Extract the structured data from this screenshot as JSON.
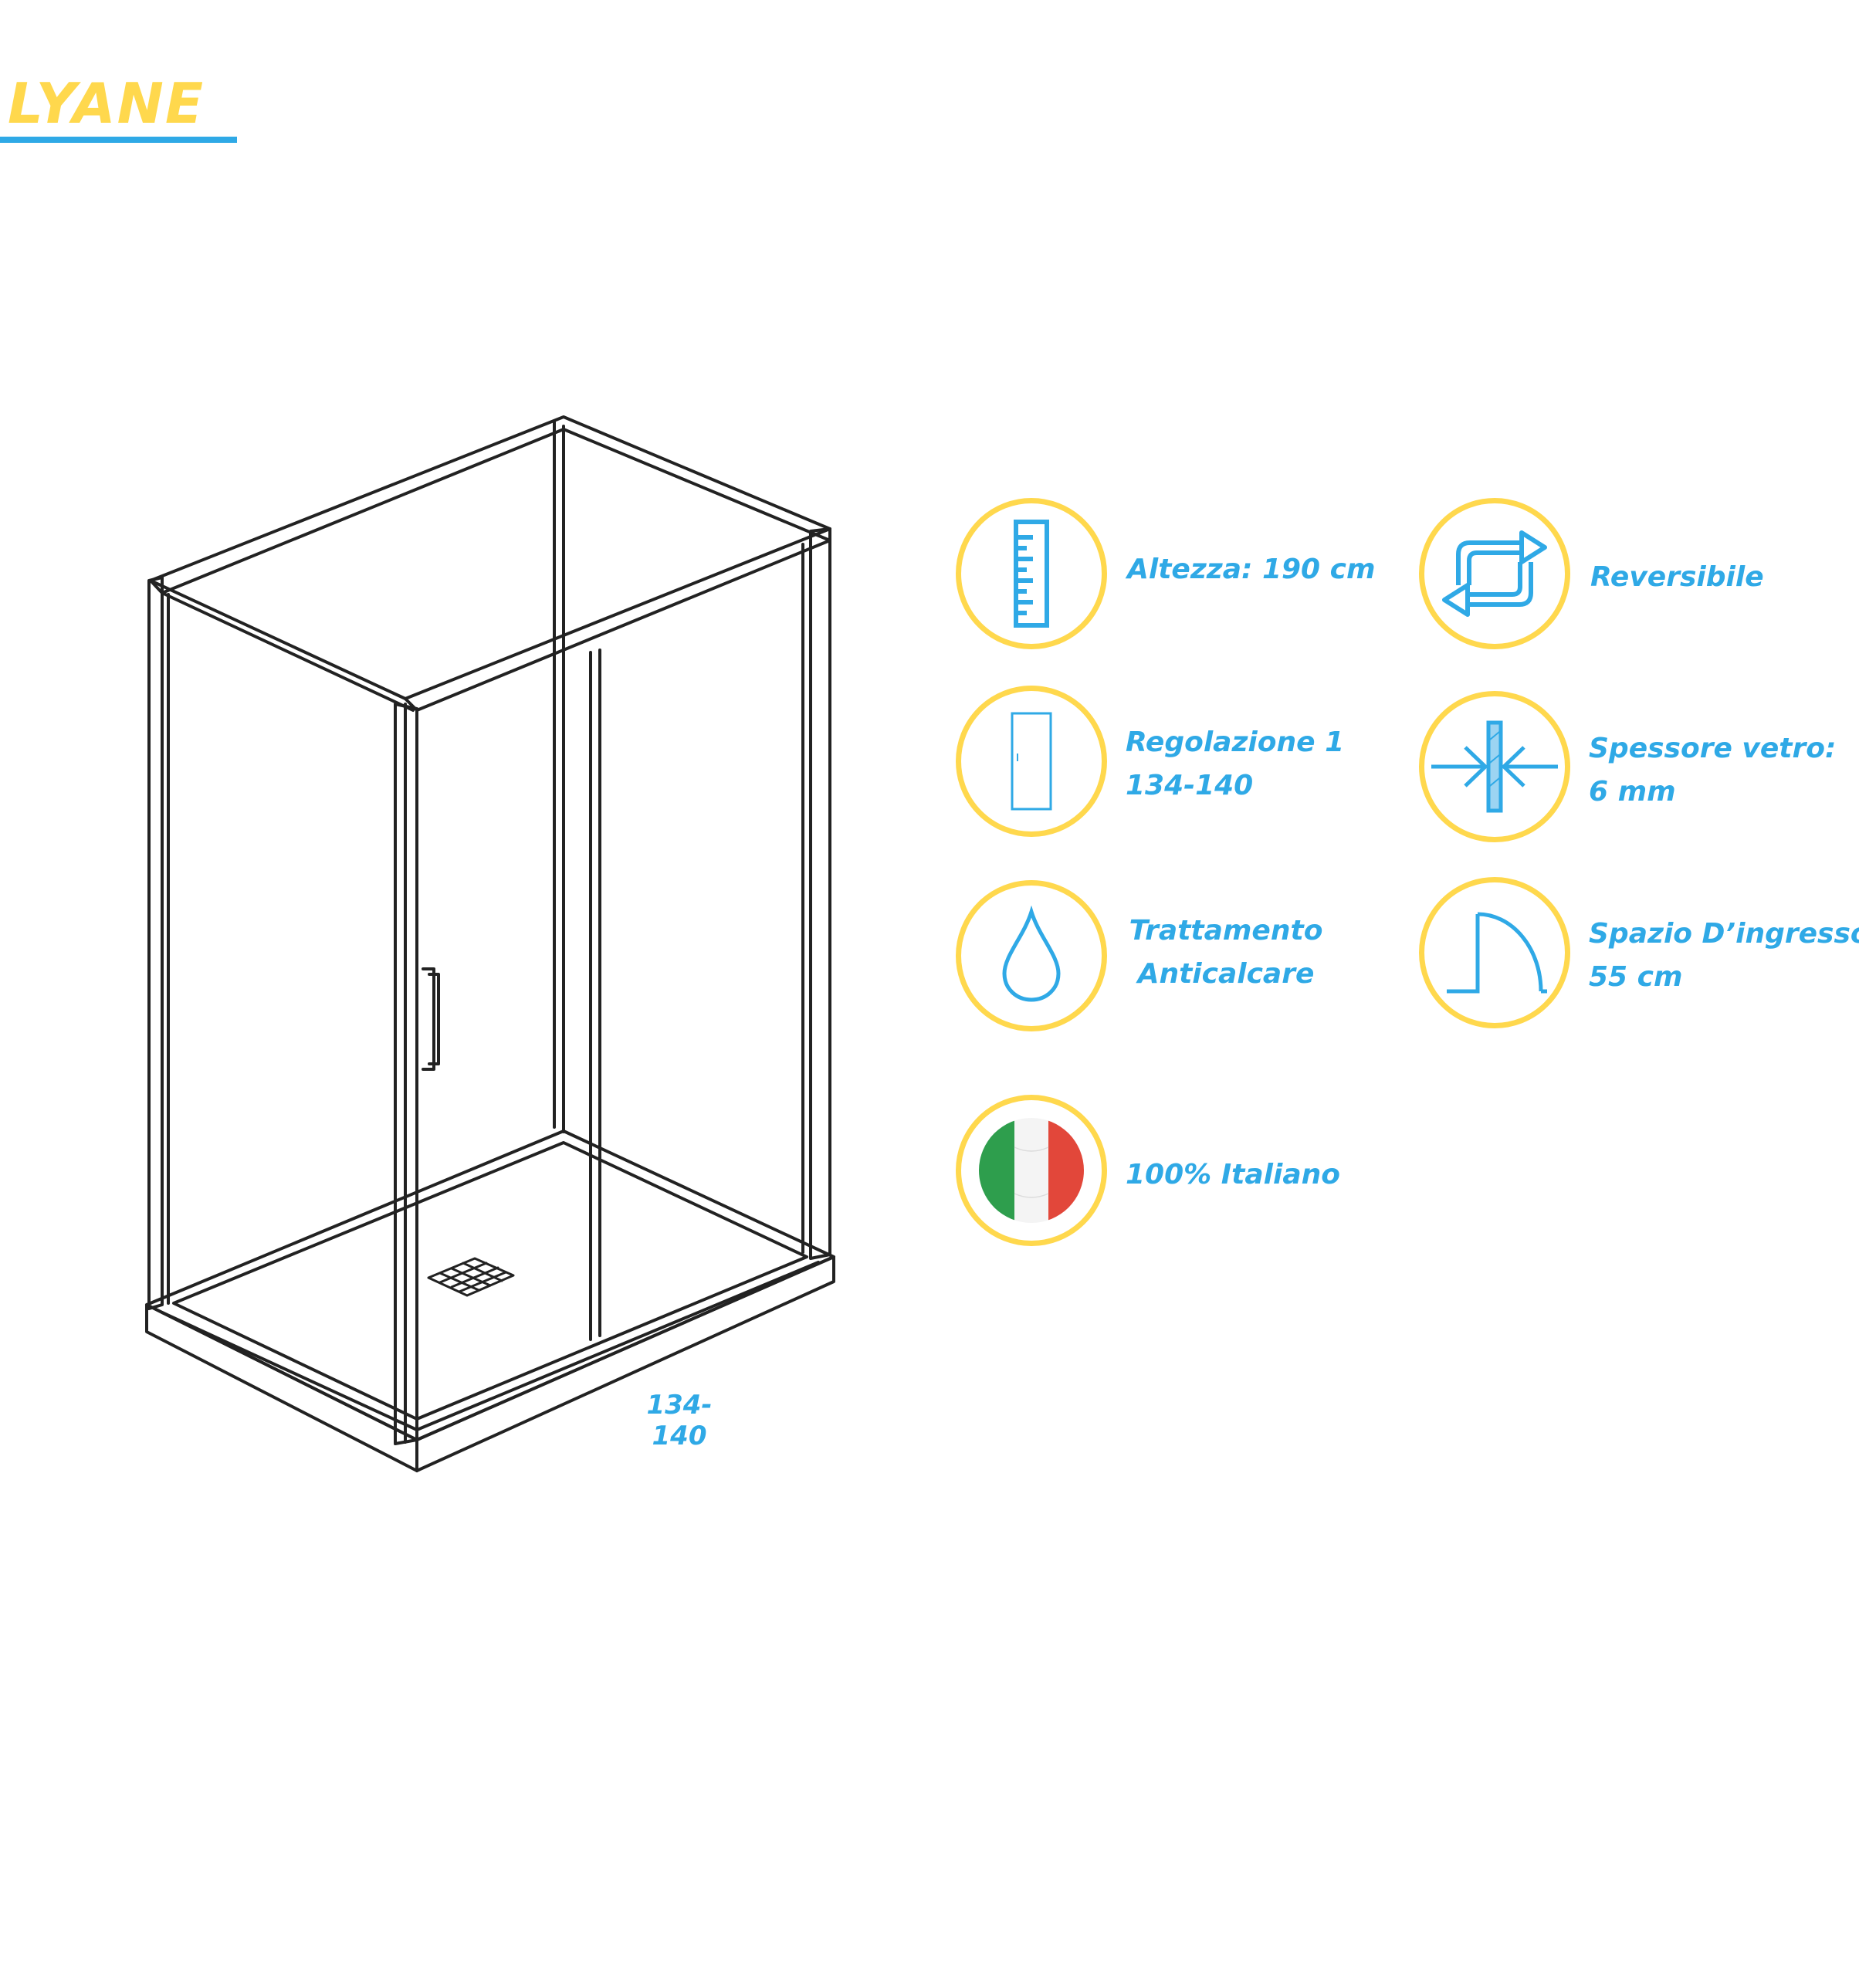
{
  "brand": {
    "name": "LYANE"
  },
  "drawing": {
    "width_label": "134-140"
  },
  "features": {
    "height": {
      "line1": "Altezza: 190 cm",
      "icon": "ruler-icon"
    },
    "reversible": {
      "line1": "Reversibile",
      "icon": "reverse-arrows-icon"
    },
    "adjustment": {
      "line1": "Regolazione 1",
      "line2": "134-140",
      "icon": "door-panel-icon"
    },
    "glass": {
      "line1": "Spessore vetro:",
      "line2": "6 mm",
      "icon": "glass-thickness-icon"
    },
    "treatment": {
      "line1": "Trattamento",
      "line2": "Anticalcare",
      "icon": "water-drop-icon"
    },
    "entry": {
      "line1": "Spazio D’ingresso:",
      "line2": "55 cm",
      "icon": "door-swing-icon"
    },
    "origin": {
      "line1": "100% Italiano",
      "icon": "italian-flag-icon"
    }
  },
  "colors": {
    "accent_yellow": "#ffd84d",
    "accent_blue": "#2fa9e6",
    "flag_green": "#2e9e4d",
    "flag_red": "#e2473a"
  }
}
